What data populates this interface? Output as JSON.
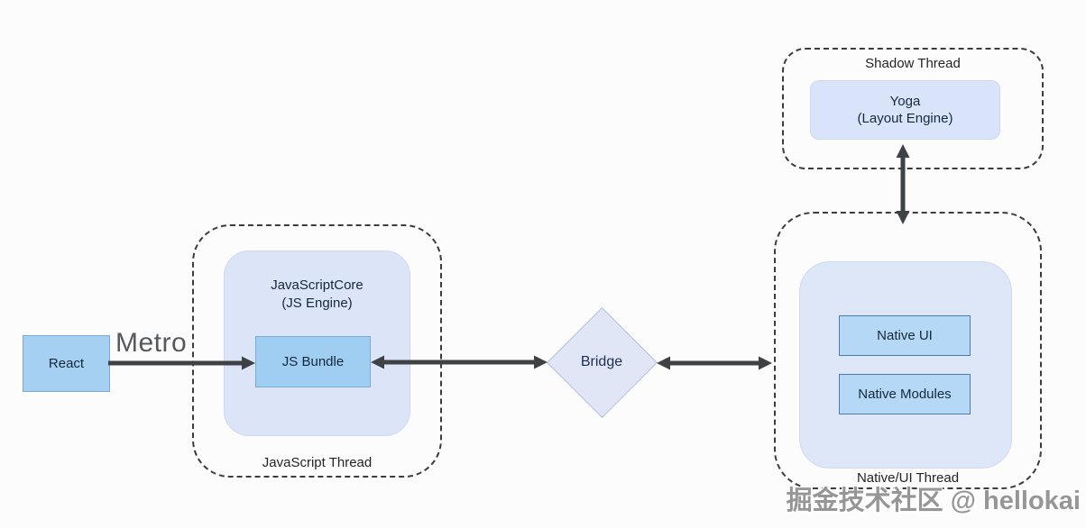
{
  "diagram": {
    "react_box": {
      "label": "React"
    },
    "metro_label": "Metro",
    "javascript_thread": {
      "label": "JavaScript Thread",
      "jscore_box": {
        "title": "JavaScriptCore",
        "subtitle": "(JS Engine)"
      },
      "js_bundle_box": {
        "label": "JS Bundle"
      }
    },
    "bridge": {
      "label": "Bridge"
    },
    "shadow_thread": {
      "label": "Shadow Thread",
      "yoga_box": {
        "title": "Yoga",
        "subtitle": "(Layout Engine)"
      }
    },
    "native_thread": {
      "label": "Native/UI Thread",
      "native_ui_box": {
        "label": "Native UI"
      },
      "native_modules_box": {
        "label": "Native Modules"
      }
    },
    "watermark": "掘金技术社区 @ hellokai"
  },
  "colors": {
    "solid_box_blue": "#a5d0f2",
    "solid_box_border": "#79add8",
    "panel_blue": "#dbe5f7",
    "native_inner_box_blue": "#b4d8f5",
    "native_inner_box_border": "#4d7dab",
    "bridge_fill": "#e0e6f5",
    "arrow_gray": "#3f4245",
    "dashed_border": "#3c3c3c",
    "text_dark": "#16293c",
    "metro_gray": "#57585b",
    "watermark_gray": "#969696"
  }
}
